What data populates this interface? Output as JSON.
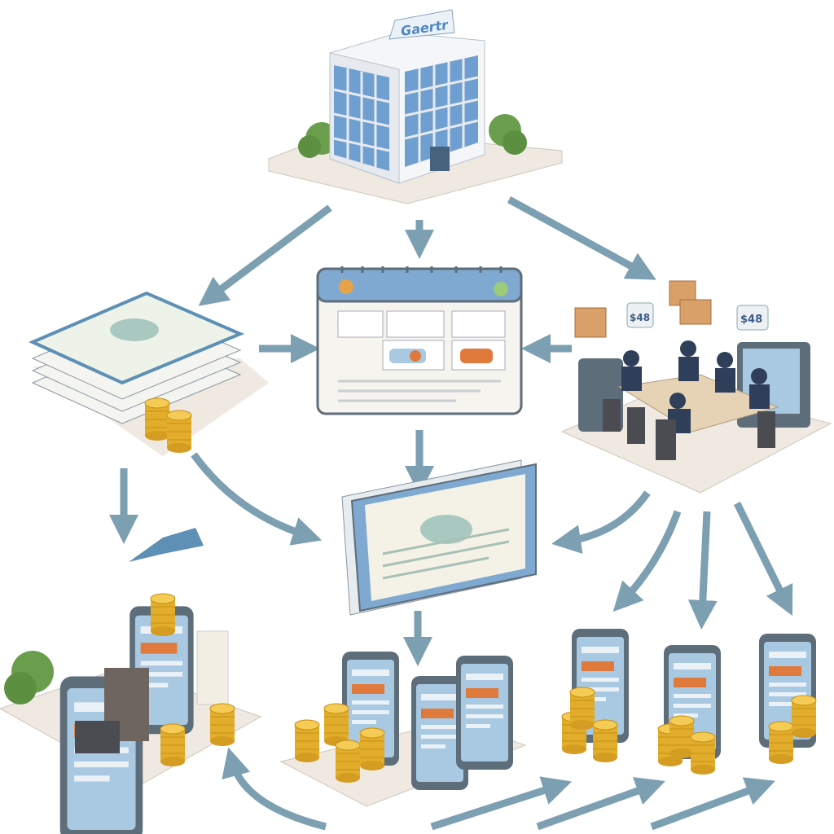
{
  "building": {
    "sign_text": "Gaertr"
  },
  "meeting": {
    "price_tags": [
      "$48",
      "$48"
    ]
  },
  "colors": {
    "arrow": "#7c9fb1",
    "screen": "#a9c8e2",
    "frame": "#5e6d7a",
    "coin": "#e8b733",
    "platform": "#efe9e1",
    "box": "#d9a06a",
    "tree": "#6a9e4c"
  }
}
